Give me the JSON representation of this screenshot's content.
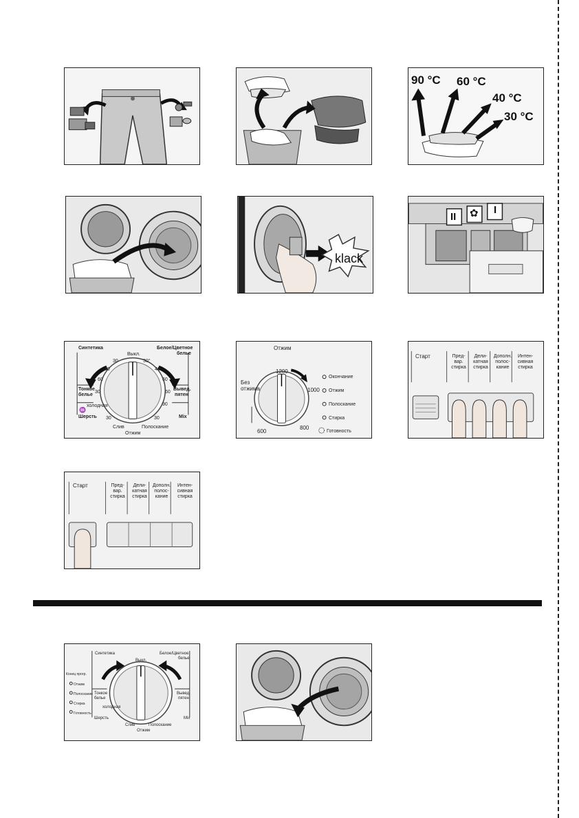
{
  "temperatures": {
    "t90": "90 °C",
    "t60": "60 °C",
    "t40": "40 °C",
    "t30": "30 °C"
  },
  "door_sound": "klack",
  "dispenser": {
    "pre": "II",
    "fabric": "✿",
    "main": "I"
  },
  "program_dial": {
    "synthetics": "Синтетика",
    "white_colored": "Белое/Цветное",
    "white_colored_2": "белье",
    "off": "Выкл.",
    "delicate": "Тонкое",
    "delicate_2": "белье",
    "cold": "холодная",
    "wool": "Шерсть",
    "stain": "Вывед.",
    "stain_2": "пятен",
    "mix": "Mix",
    "drain": "Слив",
    "spin": "Отжим",
    "rinse": "Полоскание",
    "n30a": "30",
    "n40a": "40",
    "n60a": "60",
    "n30b": "30",
    "n30c": "30",
    "n30d": "30°",
    "n40b": "40",
    "n60b": "60",
    "n60c": "60",
    "n90": "90",
    "n30e": "30"
  },
  "spin_dial": {
    "title": "Отжим",
    "no_spin": "Без",
    "no_spin_2": "отжима",
    "r1200": "1200",
    "r1000": "1000",
    "r800": "800",
    "r600": "600",
    "status": [
      "Окончание",
      "Отжим",
      "Полоскание",
      "Стирка",
      "Готовность"
    ]
  },
  "button_panel": {
    "start": "Старт",
    "prewash": [
      "Пред-",
      "вар.",
      "стирка"
    ],
    "delicate": [
      "Дели-",
      "катная",
      "стирка"
    ],
    "extra_rinse": [
      "Дополн.",
      "полос-",
      "кание"
    ],
    "intensive": [
      "Интен-",
      "сивная",
      "стирка"
    ]
  },
  "small_dial_status": [
    "Конец прогр.",
    "Отжим",
    "Полоскание",
    "Стирка",
    "Готовность"
  ]
}
